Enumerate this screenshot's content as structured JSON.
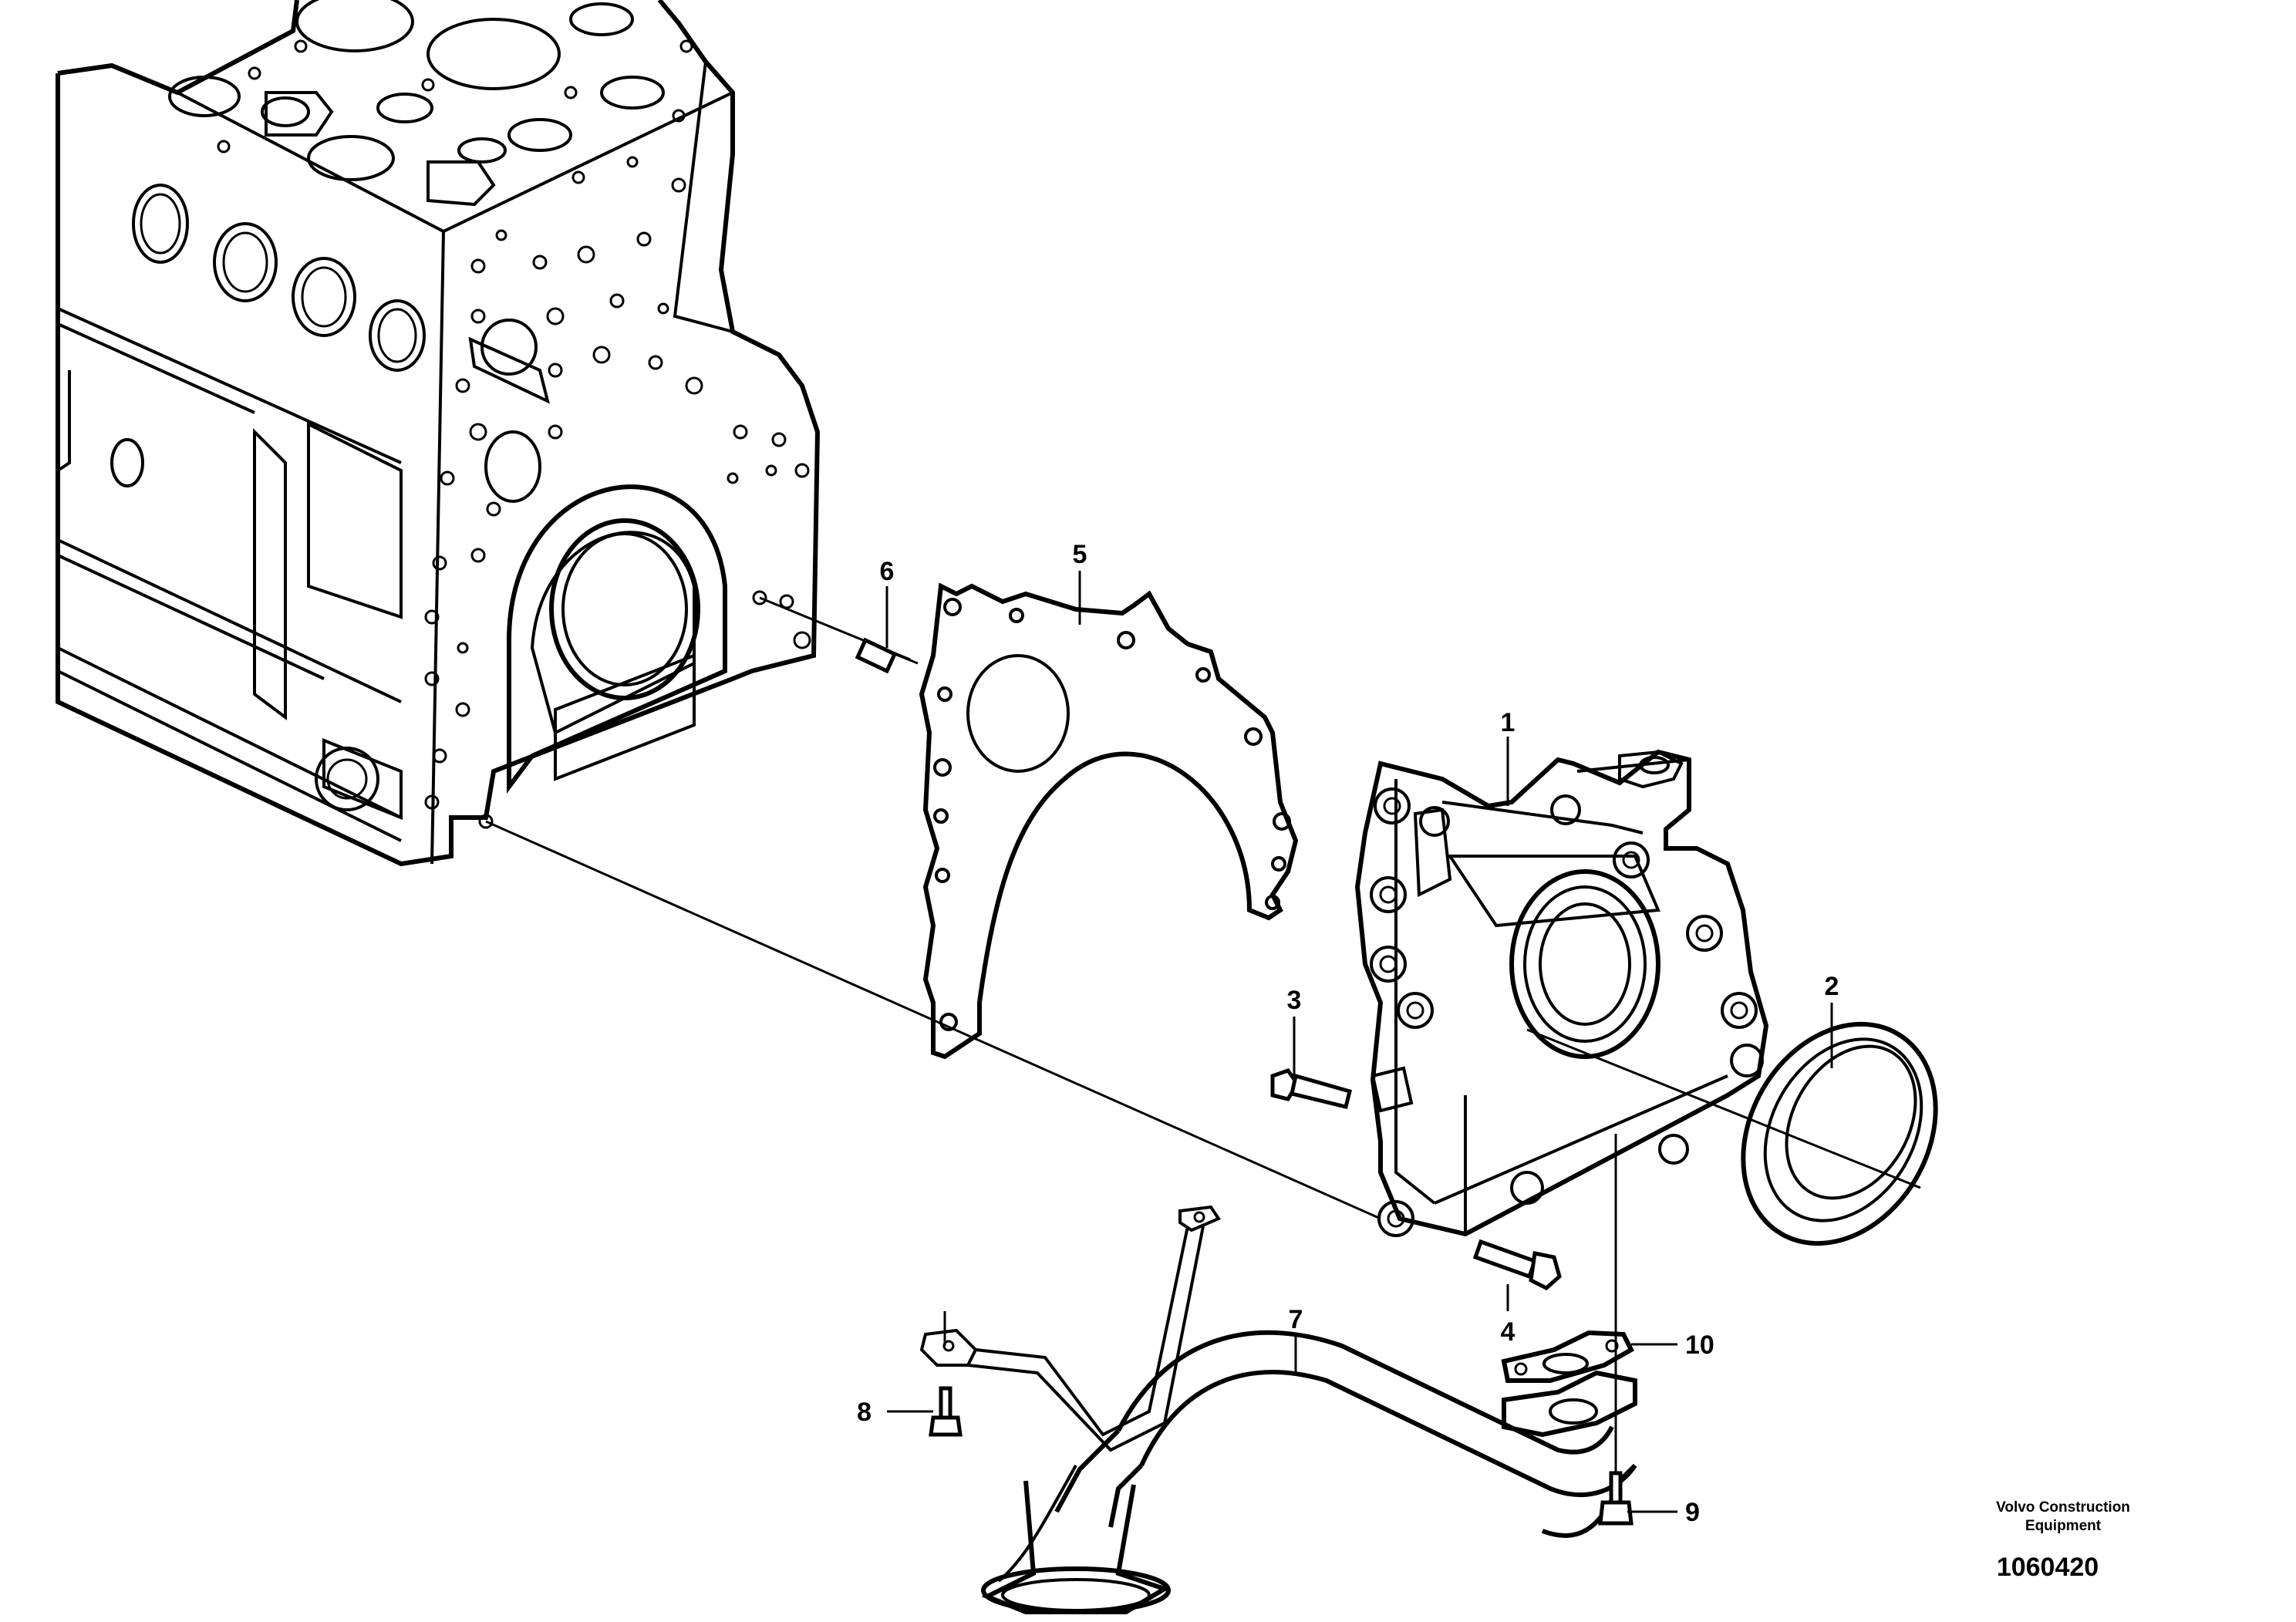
{
  "callouts": [
    {
      "num": "1"
    },
    {
      "num": "2"
    },
    {
      "num": "3"
    },
    {
      "num": "4"
    },
    {
      "num": "5"
    },
    {
      "num": "6"
    },
    {
      "num": "7"
    },
    {
      "num": "8"
    },
    {
      "num": "9"
    },
    {
      "num": "10"
    }
  ],
  "footer": {
    "brand_line1": "Volvo Construction",
    "brand_line2": "Equipment",
    "drawing_number": "1060420"
  }
}
